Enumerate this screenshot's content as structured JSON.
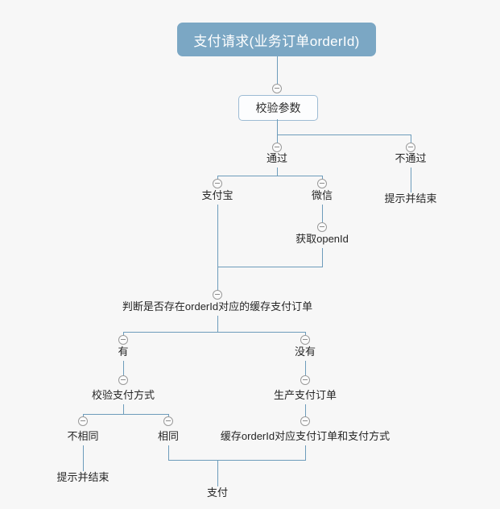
{
  "diagram": {
    "title_node": {
      "label": "支付请求(业务订单orderId)",
      "fill": "#7ba7c4",
      "text_color": "#ffffff"
    },
    "background": "#f7f7f7",
    "line_color": "#6d9cbb",
    "nodes": {
      "validate_params": "校验参数",
      "pass": "通过",
      "fail": "不通过",
      "fail_end": "提示并结束",
      "alipay": "支付宝",
      "wechat": "微信",
      "get_openid": "获取openId",
      "check_cached_order": "判断是否存在orderId对应的缓存支付订单",
      "has": "有",
      "has_not": "没有",
      "verify_pay_method": "校验支付方式",
      "create_pay_order": "生产支付订单",
      "not_same": "不相同",
      "same": "相同",
      "not_same_end": "提示并结束",
      "cache_order": "缓存orderId对应支付订单和支付方式",
      "pay": "支付"
    },
    "toggle_icon": "collapse-minus-icon"
  }
}
